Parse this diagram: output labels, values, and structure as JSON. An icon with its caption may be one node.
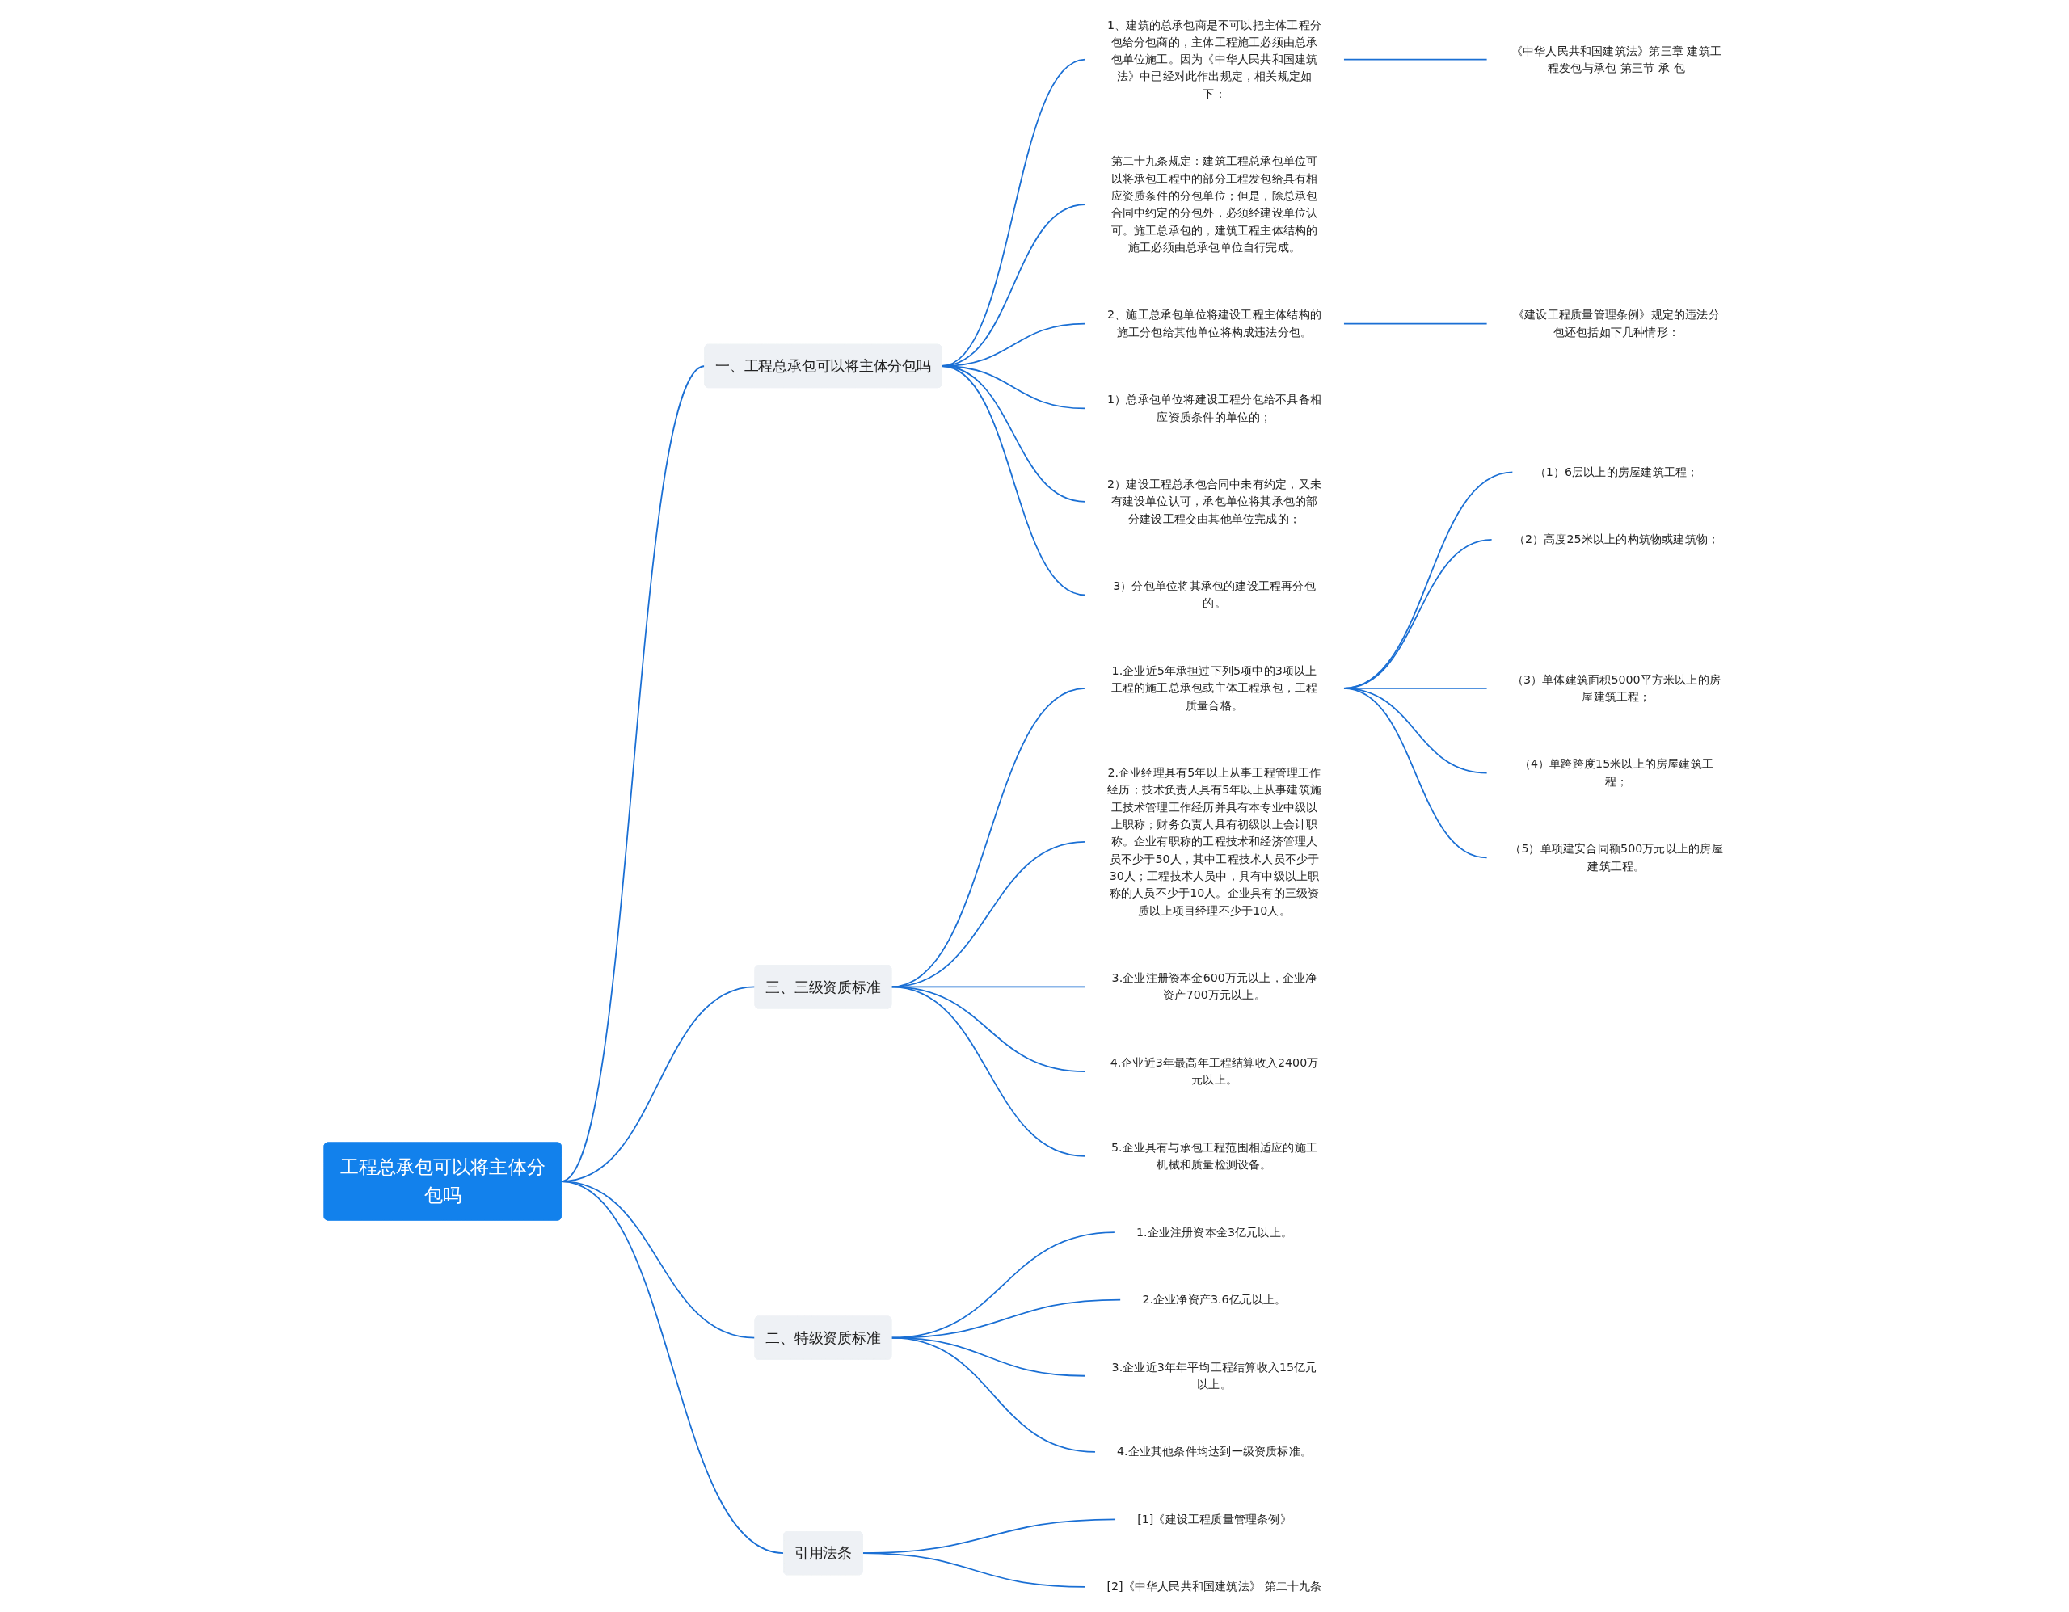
{
  "diagram": {
    "nodes": [
      {
        "text": [
          "工程总承包可以将主体分包吗"
        ]
      },
      {
        "text": [
          "一、工程总承包可以将主体分包吗"
        ]
      },
      {
        "text": [
          "1、建筑的总承包商是不可以把主体工程分包给分包商的，主体工程施工必须由总承包单位施工。因为《中华人民共和国建筑法》中已经对此作出规定，相关规定如下："
        ]
      },
      {
        "text": [
          "《中华人民共和国建筑法》第三章 建筑工程发包与承包 第三节 承 包"
        ]
      },
      {
        "text": [
          "第二十九条规定：建筑工程总承包单位可以将承包工程中的部分工程发包给具有相应资质条件的分包单位；但是，除总承包合同中约定的分包外，必须经建设单位认可。施工总承包的，建筑工程主体结构的施工必须由总承包单位自行完成。"
        ]
      },
      {
        "text": [
          "2、施工总承包单位将建设工程主体结构的施工分包给其他单位将构成违法分包。"
        ]
      },
      {
        "text": [
          "《建设工程质量管理条例》规定的违法分包还包括如下几种情形："
        ]
      },
      {
        "text": [
          "1）总承包单位将建设工程分包给不具备相应资质条件的单位的；"
        ]
      },
      {
        "text": [
          "2）建设工程总承包合同中未有约定，又未有建设单位认可，承包单位将其承包的部分建设工程交由其他单位完成的；"
        ]
      },
      {
        "text": [
          "3）分包单位将其承包的建设工程再分包的。"
        ]
      },
      {
        "text": [
          "三、三级资质标准"
        ]
      },
      {
        "text": [
          "1.企业近5年承担过下列5项中的3项以上工程的施工总承包或主体工程承包，工程质量合格。"
        ]
      },
      {
        "text": [
          "（1）6层以上的房屋建筑工程；"
        ]
      },
      {
        "text": [
          "（2）高度25米以上的构筑物或建筑物；"
        ]
      },
      {
        "text": [
          "（3）单体建筑面积5000平方米以上的房屋建筑工程；"
        ]
      },
      {
        "text": [
          "（4）单跨跨度15米以上的房屋建筑工程；"
        ]
      },
      {
        "text": [
          "（5）单项建安合同额500万元以上的房屋建筑工程。"
        ]
      },
      {
        "text": [
          "2.企业经理具有5年以上从事工程管理工作经历；技术负责人具有5年以上从事建筑施工技术管理工作经历并具有本专业中级以上职称；财务负责人具有初级以上会计职称。企业有职称的工程技术和经济管理人员不少于50人，其中工程技术人员不少于30人；工程技术人员中，具有中级以上职称的人员不少于10人。企业具有的三级资质以上项目经理不少于10人。"
        ]
      },
      {
        "text": [
          "3.企业注册资本金600万元以上，企业净资产700万元以上。"
        ]
      },
      {
        "text": [
          "4.企业近3年最高年工程结算收入2400万元以上。"
        ]
      },
      {
        "text": [
          "5.企业具有与承包工程范围相适应的施工机械和质量检测设备。"
        ]
      },
      {
        "text": [
          "二、特级资质标准"
        ]
      },
      {
        "text": [
          "1.企业注册资本金3亿元以上。"
        ]
      },
      {
        "text": [
          "2.企业净资产3.6亿元以上。"
        ]
      },
      {
        "text": [
          "3.企业近3年年平均工程结算收入15亿元以上。"
        ]
      },
      {
        "text": [
          "4.企业其他条件均达到一级资质标准。"
        ]
      },
      {
        "text": [
          "引用法条"
        ]
      },
      {
        "text": [
          "[1]《建设工程质量管理条例》"
        ]
      },
      {
        "text": [
          "[2]《中华人民共和国建筑法》 第二十九条"
        ]
      }
    ],
    "edges": [
      {
        "from": 0,
        "to": 1,
        "arrow": "none"
      },
      {
        "from": 1,
        "to": 2,
        "arrow": "none"
      },
      {
        "from": 2,
        "to": 3,
        "arrow": "none"
      },
      {
        "from": 1,
        "to": 4,
        "arrow": "none"
      },
      {
        "from": 1,
        "to": 5,
        "arrow": "none"
      },
      {
        "from": 5,
        "to": 6,
        "arrow": "none"
      },
      {
        "from": 1,
        "to": 7,
        "arrow": "none"
      },
      {
        "from": 1,
        "to": 8,
        "arrow": "none"
      },
      {
        "from": 1,
        "to": 9,
        "arrow": "none"
      },
      {
        "from": 0,
        "to": 10,
        "arrow": "none"
      },
      {
        "from": 10,
        "to": 11,
        "arrow": "none"
      },
      {
        "from": 11,
        "to": 12,
        "arrow": "none"
      },
      {
        "from": 11,
        "to": 13,
        "arrow": "none"
      },
      {
        "from": 11,
        "to": 14,
        "arrow": "none"
      },
      {
        "from": 11,
        "to": 15,
        "arrow": "none"
      },
      {
        "from": 11,
        "to": 16,
        "arrow": "none"
      },
      {
        "from": 10,
        "to": 17,
        "arrow": "none"
      },
      {
        "from": 10,
        "to": 18,
        "arrow": "none"
      },
      {
        "from": 10,
        "to": 19,
        "arrow": "none"
      },
      {
        "from": 10,
        "to": 20,
        "arrow": "none"
      },
      {
        "from": 0,
        "to": 21,
        "arrow": "none"
      },
      {
        "from": 21,
        "to": 22,
        "arrow": "none"
      },
      {
        "from": 21,
        "to": 23,
        "arrow": "none"
      },
      {
        "from": 21,
        "to": 24,
        "arrow": "none"
      },
      {
        "from": 21,
        "to": 25,
        "arrow": "none"
      },
      {
        "from": 0,
        "to": 26,
        "arrow": "none"
      },
      {
        "from": 26,
        "to": 27,
        "arrow": "none"
      },
      {
        "from": 26,
        "to": 28,
        "arrow": "none"
      }
    ]
  }
}
